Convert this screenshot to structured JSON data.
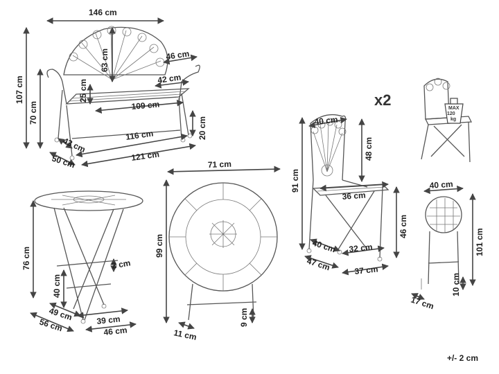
{
  "bench": {
    "width": "146 cm",
    "backrest_height": "63 cm",
    "armrest_depth": "46 cm",
    "armrest_inner": "42 cm",
    "arm_height": "25 cm",
    "seat_width": "109 cm",
    "total_height": "107 cm",
    "seat_height": "70 cm",
    "leg_height": "20 cm",
    "inner_depth": "43 cm",
    "leg_span": "116 cm",
    "depth": "50 cm",
    "base_width": "121 cm"
  },
  "chair": {
    "quantity": "x2",
    "back_width": "40 cm",
    "back_height": "48 cm",
    "seat_width": "36 cm",
    "height": "91 cm",
    "seat_height": "46 cm",
    "seat_depth": "40 cm",
    "leg_inner": "32 cm",
    "base_depth": "47 cm",
    "base_width": "37 cm",
    "folded_width": "40 cm",
    "folded_height": "101 cm",
    "folded_depth": "17 cm",
    "folded_base": "10 cm",
    "max_load_label": "MAX",
    "max_load_value": "120",
    "max_load_unit": "kg"
  },
  "table": {
    "top_width": "71 cm",
    "height": "76 cm",
    "folded_height": "99 cm",
    "frame_gap": "2 cm",
    "inner_height": "40 cm",
    "depth_inner": "49 cm",
    "depth_outer": "56 cm",
    "base_inner": "39 cm",
    "base_outer": "46 cm",
    "folded_depth": "11 cm",
    "folded_base": "9 cm"
  },
  "tolerance": "+/- 2 cm"
}
